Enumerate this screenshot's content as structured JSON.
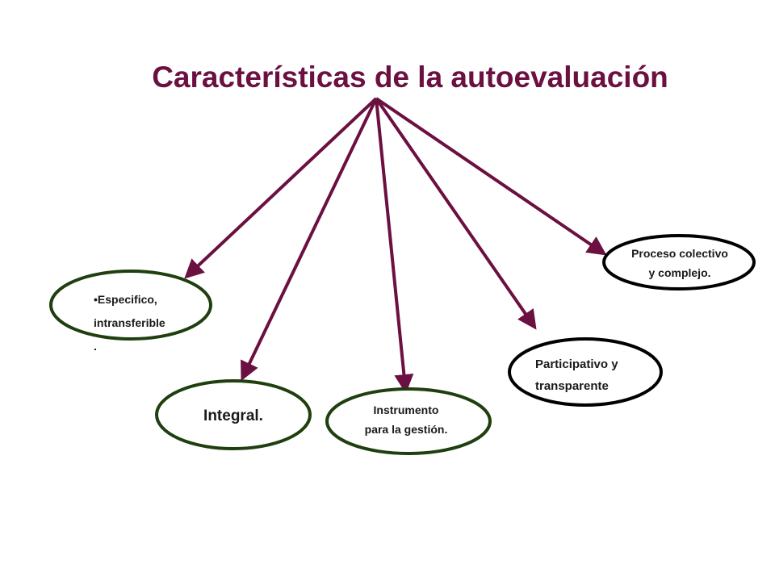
{
  "title": "Características de la autoevaluación",
  "colors": {
    "title": "#6b1040",
    "arrow": "#6b1040",
    "ellipse_green": "#1f3f10",
    "ellipse_black": "#000000",
    "text": "#1a1a1a"
  },
  "nodes": [
    {
      "id": "especifico",
      "lines": [
        "•Especifico,",
        "intransferible",
        "."
      ],
      "border": "green"
    },
    {
      "id": "integral",
      "lines": [
        "Integral."
      ],
      "border": "green"
    },
    {
      "id": "instrumento",
      "lines": [
        "Instrumento",
        "para la gestión."
      ],
      "border": "green"
    },
    {
      "id": "participativo",
      "lines": [
        "Participativo y",
        "transparente"
      ],
      "border": "black"
    },
    {
      "id": "proceso",
      "lines": [
        "Proceso colectivo",
        "y complejo."
      ],
      "border": "black"
    }
  ]
}
